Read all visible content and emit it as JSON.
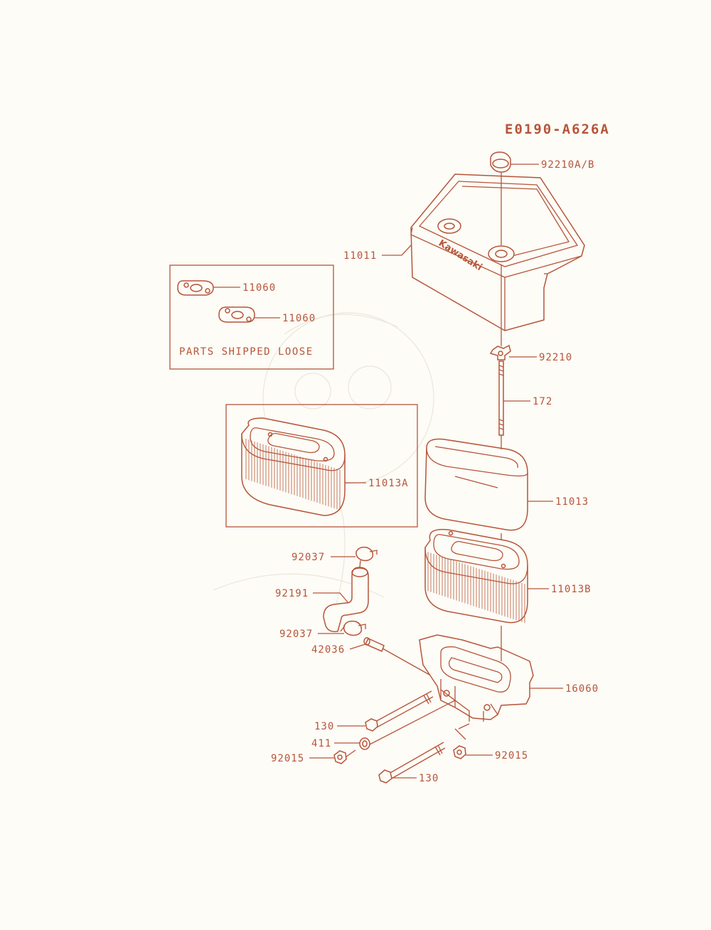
{
  "diagram_code": "E0190-A626A",
  "box_note": "PARTS SHIPPED LOOSE",
  "brand_logo": "Kawasaki",
  "colors": {
    "ink": "#b6553a",
    "paper": "#fdfcf6"
  },
  "labels": {
    "l92210ab": "92210A/B",
    "l11011": "11011",
    "l11060a": "11060",
    "l11060b": "11060",
    "l92210": "92210",
    "l172": "172",
    "l11013a": "11013A",
    "l11013": "11013",
    "l92037a": "92037",
    "l92191": "92191",
    "l11013b": "11013B",
    "l92037b": "92037",
    "l42036": "42036",
    "l16060": "16060",
    "l130a": "130",
    "l411": "411",
    "l92015a": "92015",
    "l92015b": "92015",
    "l130b": "130"
  }
}
